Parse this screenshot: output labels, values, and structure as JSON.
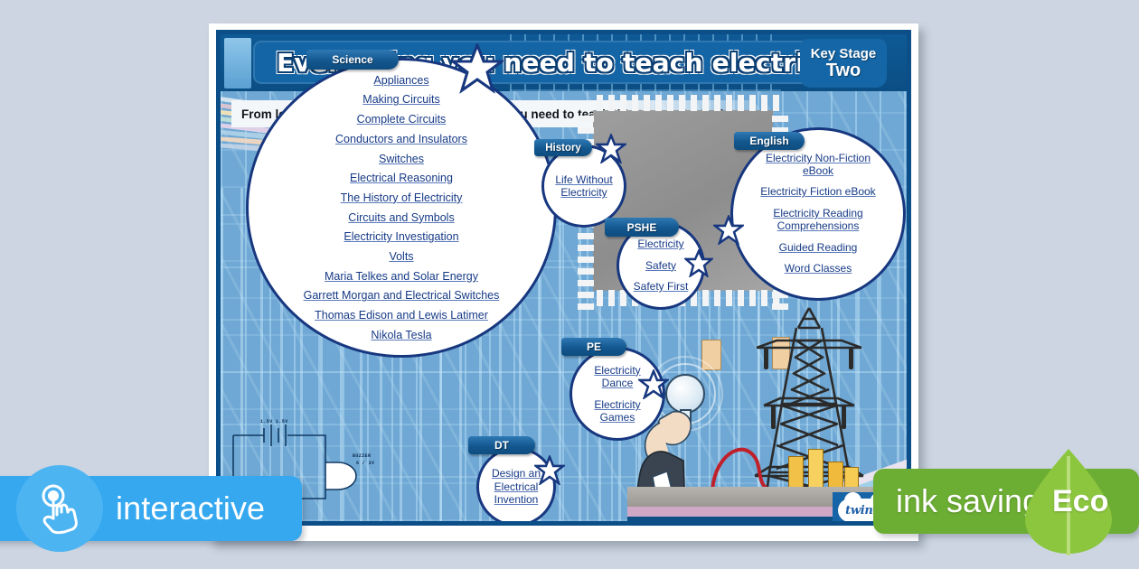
{
  "colors": {
    "background": "#ccd5e1",
    "poster_bg": "#6fa8d4",
    "poster_border": "#0c4e87",
    "header_blue": "#0b4e84",
    "tab_blue": "#13578f",
    "bubble_border": "#17377f",
    "link_text": "#163a86",
    "interactive_banner": "#35a8f0",
    "eco_banner": "#6cad33",
    "chip_grey": "#999999",
    "twinkl_blue": "#1664a8"
  },
  "header": {
    "title": "Everything you need to teach electricity",
    "key_stage_line1": "Key Stage",
    "key_stage_line2": "Two",
    "subtitle": "From lessons to eBooks, we have everything you need to teach this topic effectively."
  },
  "subjects": [
    {
      "id": "science",
      "label": "Science",
      "items": [
        "Appliances",
        "Making Circuits",
        "Complete Circuits",
        "Conductors and Insulators",
        "Switches",
        "Electrical Reasoning",
        "The History of Electricity",
        "Circuits and Symbols",
        "Electricity Investigation",
        "Volts",
        "Maria Telkes and Solar Energy",
        "Garrett Morgan and Electrical Switches",
        "Thomas Edison and Lewis Latimer",
        "Nikola Tesla"
      ]
    },
    {
      "id": "history",
      "label": "History",
      "items": [
        "Life Without",
        "Electricity"
      ]
    },
    {
      "id": "pshe",
      "label": "PSHE",
      "items": [
        "Electricity",
        "Safety",
        "Safety First"
      ]
    },
    {
      "id": "english",
      "label": "English",
      "items": [
        "Electricity Non-Fiction",
        "eBook",
        "Electricity Fiction eBook",
        "Electricity Reading",
        "Comprehensions",
        "Guided Reading",
        "Word Classes"
      ]
    },
    {
      "id": "pe",
      "label": "PE",
      "items": [
        "Electricity",
        "Dance",
        "Electricity",
        "Games"
      ]
    },
    {
      "id": "dt",
      "label": "DT",
      "items": [
        "Design an",
        "Electrical",
        "Invention"
      ]
    }
  ],
  "illustration": {
    "circuit_labels": [
      "1.5V   1.5V",
      "BUZZER",
      "6 / 3V"
    ],
    "twinkl_logo_text": "twinkl"
  },
  "banners": {
    "interactive_label": "interactive",
    "interactive_icon": "hand-tap-icon",
    "ink_saving_label": "ink saving",
    "eco_label": "Eco",
    "eco_icon": "leaf-icon"
  },
  "ribbon_colors_top_left": [
    "#d9e6ef",
    "#f2c9cf",
    "#f6e3b6",
    "#cfe8d8",
    "#e3d2e8",
    "#b9d7e8",
    "#f0d7c2",
    "#cfd9e8"
  ],
  "ribbon_colors_bottom_right": [
    "#f5a8b8",
    "#f7d98e",
    "#bfe3f0",
    "#c9b6dd",
    "#f6c9a0",
    "#9fd0e8",
    "#e8e3ef"
  ]
}
